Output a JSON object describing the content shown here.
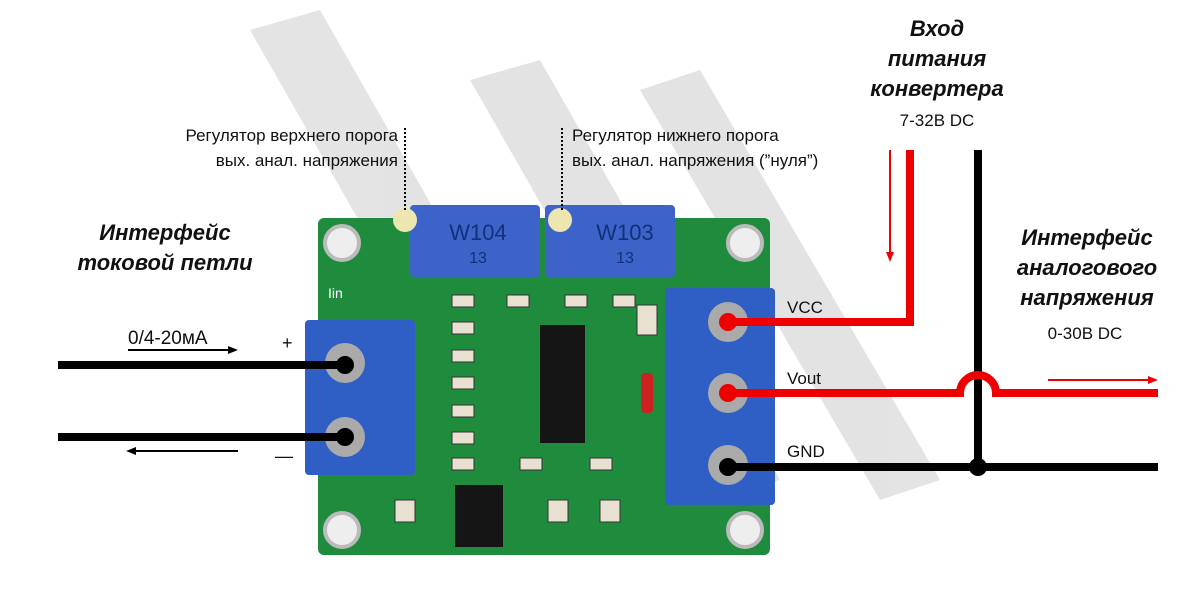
{
  "labels": {
    "pot_high": [
      "Регулятор верхнего порога",
      "вых. анал. напряжения"
    ],
    "pot_low": [
      "Регулятор нижнего порога",
      "вых. анал. напряжения (”нуля”)"
    ],
    "current_loop": [
      "Интерфейс",
      "токовой петли"
    ],
    "current_range": "0/4-20мА",
    "plus": "+",
    "minus": "—",
    "power_input": [
      "Вход",
      "питания",
      "конвертера"
    ],
    "power_range": "7-32В DC",
    "analog_interface": [
      "Интерфейс",
      "аналогового",
      "напряжения"
    ],
    "analog_range": "0-30В DC",
    "vcc": "VCC",
    "vout": "Vout",
    "gnd": "GND"
  },
  "board": {
    "pot1": "W104",
    "pot2": "W103",
    "pot_code": "13",
    "iin": "Iin"
  },
  "colors": {
    "red": "#ee0000",
    "black": "#000000",
    "pcb": "#1e8c3c",
    "terminal": "#2f5fc4"
  }
}
